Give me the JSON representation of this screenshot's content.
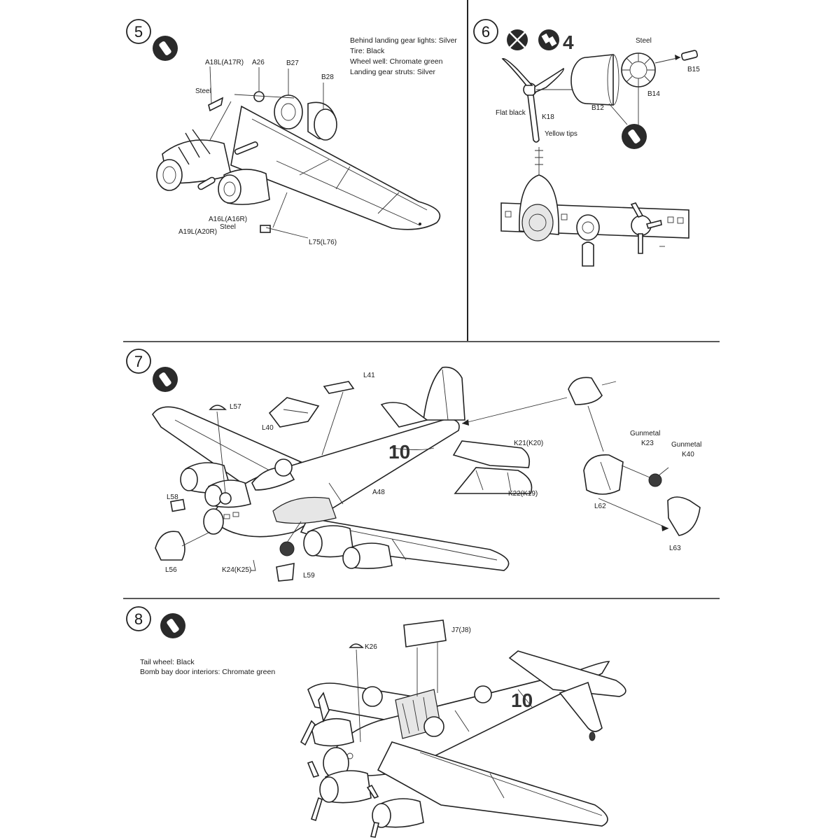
{
  "steps": [
    {
      "number": "5",
      "notes": [
        "Behind landing gear lights: Silver",
        "Tire: Black",
        "Wheel well: Chromate green",
        "Landing gear struts: Silver"
      ],
      "labels": {
        "a18l": "A18L(A17R)",
        "a26": "A26",
        "b27": "B27",
        "b28": "B28",
        "steel_top": "Steel",
        "a16l": "A16L(A16R)",
        "steel_bottom": "Steel",
        "a19l": "A19L(A20R)",
        "l75": "L75(L76)"
      }
    },
    {
      "number": "6",
      "count": "4",
      "labels": {
        "steel": "Steel",
        "b15": "B15",
        "b14": "B14",
        "b12": "B12",
        "flat_black": "Flat black",
        "k18": "K18",
        "yellow_tips": "Yellow tips"
      }
    },
    {
      "number": "7",
      "labels": {
        "l41": "L41",
        "l57": "L57",
        "l40": "L40",
        "k21": "K21(K20)",
        "k22": "K22(K19)",
        "gunmetal_1": "Gunmetal",
        "k23": "K23",
        "gunmetal_2": "Gunmetal",
        "k40": "K40",
        "l58": "L58",
        "a48": "A48",
        "l62": "L62",
        "l63": "L63",
        "l56": "L56",
        "k24": "K24(K25)",
        "l59": "L59",
        "fuselage_code": "10"
      }
    },
    {
      "number": "8",
      "notes": [
        "Tail wheel: Black",
        "Bomb bay door interiors: Chromate green"
      ],
      "labels": {
        "k26": "K26",
        "j7": "J7(J8)",
        "fuselage_code": "10"
      }
    }
  ],
  "icons": [
    "paint-brush-icon",
    "no-cement-icon",
    "cement-tube-icon"
  ]
}
